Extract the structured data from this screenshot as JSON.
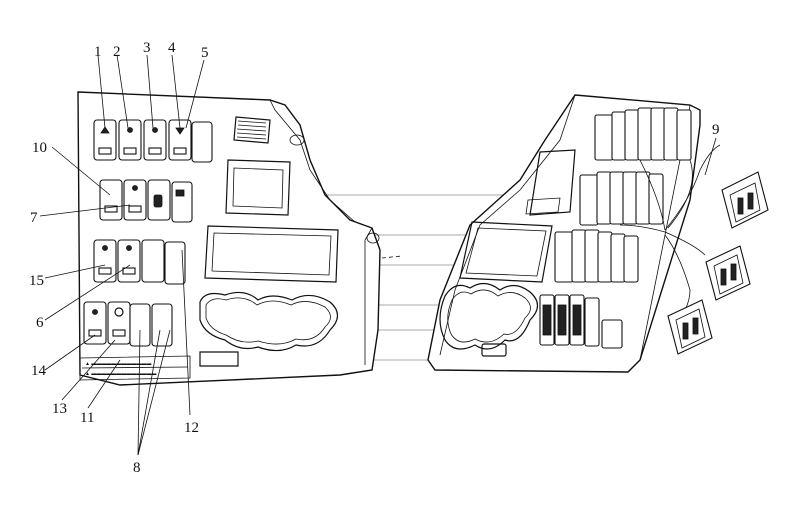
{
  "callouts": [
    {
      "id": "c1",
      "text": "1"
    },
    {
      "id": "c2",
      "text": "2"
    },
    {
      "id": "c3",
      "text": "3"
    },
    {
      "id": "c4",
      "text": "4"
    },
    {
      "id": "c5",
      "text": "5"
    },
    {
      "id": "c10",
      "text": "10"
    },
    {
      "id": "c7",
      "text": "7"
    },
    {
      "id": "c15",
      "text": "15"
    },
    {
      "id": "c6",
      "text": "6"
    },
    {
      "id": "c14",
      "text": "14"
    },
    {
      "id": "c13",
      "text": "13"
    },
    {
      "id": "c11",
      "text": "11"
    },
    {
      "id": "c12",
      "text": "12"
    },
    {
      "id": "c8",
      "text": "8"
    },
    {
      "id": "c9",
      "text": "9"
    }
  ]
}
